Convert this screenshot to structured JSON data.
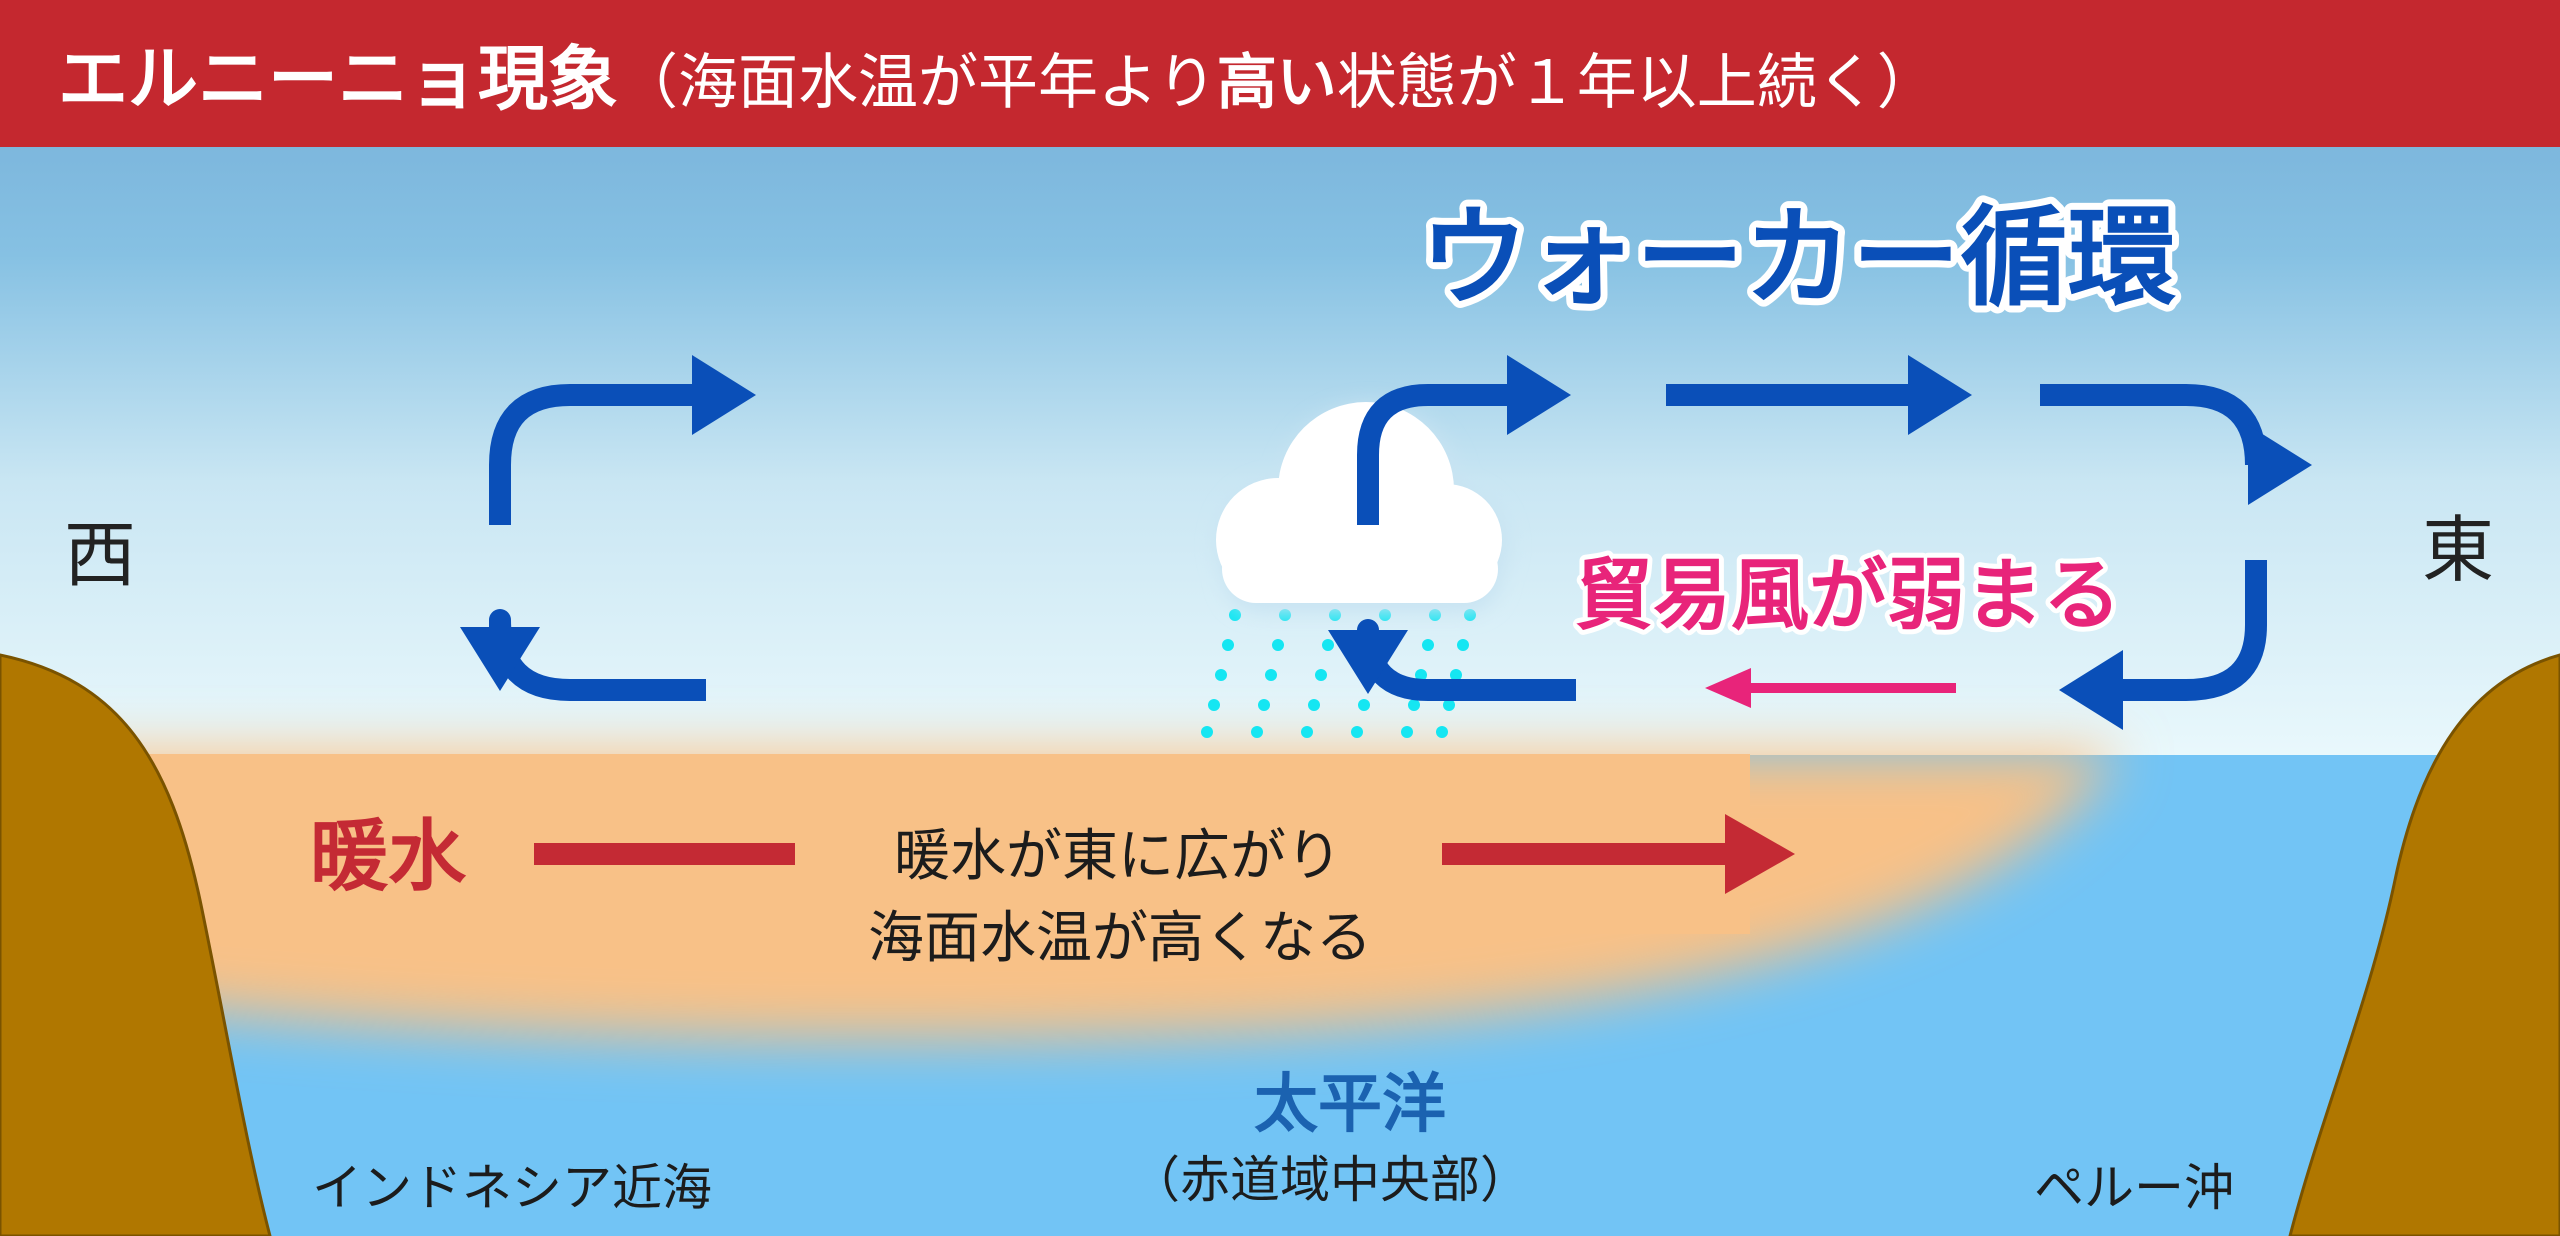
{
  "header": {
    "title": "エルニーニョ現象",
    "subtitle_prefix": "（海面水温が平年より",
    "subtitle_bold": "高い",
    "subtitle_suffix": "状態が１年以上続く）"
  },
  "labels": {
    "walker": "ウォーカー循環",
    "west": "西",
    "east": "東",
    "trade_wind": "貿易風が弱まる",
    "warm_water": "暖水",
    "warm_line1": "暖水が東に広がり",
    "warm_line2": "海面水温が高くなる",
    "pacific": "太平洋",
    "pacific_sub": "（赤道域中央部）",
    "indonesia": "インドネシア近海",
    "peru": "ペルー沖"
  },
  "colors": {
    "header_bg": "#c4282f",
    "walker_blue": "#0a4fb8",
    "trade_wind_pink": "#e8247a",
    "warm_red": "#c42a34",
    "warm_water": "#f8c187",
    "ocean": "#72c4f5",
    "land": "#b07700",
    "rain": "#15e6f2"
  }
}
